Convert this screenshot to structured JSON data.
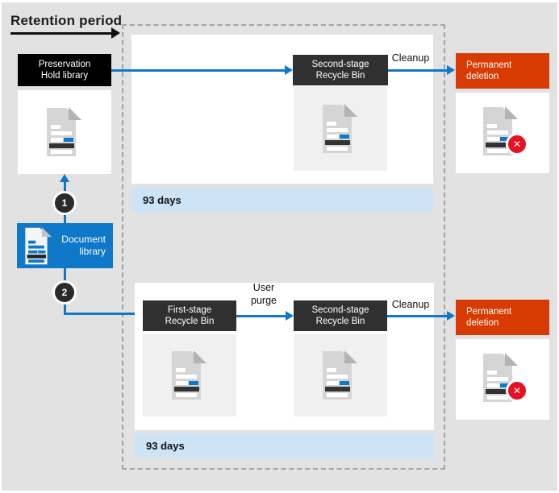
{
  "header": {
    "title": "Retention period"
  },
  "nodes": {
    "preservation_hold_library": {
      "line1": "Preservation",
      "line2": "Hold library"
    },
    "document_library": {
      "line1": "Document",
      "line2": "library"
    },
    "second_stage_recycle_bin_top": {
      "line1": "Second-stage",
      "line2": "Recycle Bin"
    },
    "first_stage_recycle_bin": {
      "line1": "First-stage",
      "line2": "Recycle Bin"
    },
    "second_stage_recycle_bin_bottom": {
      "line1": "Second-stage",
      "line2": "Recycle Bin"
    },
    "permanent_deletion_top": {
      "line1": "Permanent",
      "line2": "deletion"
    },
    "permanent_deletion_bottom": {
      "line1": "Permanent",
      "line2": "deletion"
    }
  },
  "edges": {
    "cleanup_top": "Cleanup",
    "cleanup_bottom": "Cleanup",
    "user_purge_line1": "User",
    "user_purge_line2": "purge"
  },
  "durations": {
    "top": "93 days",
    "bottom": "93 days"
  },
  "steps": {
    "one": "1",
    "two": "2"
  },
  "icons": {
    "delete_x": "✕"
  },
  "colors": {
    "accent_blue": "#0f78c8",
    "alert_orange": "#d83b01",
    "dark_box": "#303030",
    "black_box": "#000000",
    "duration_bar": "#cce4f6",
    "error_red": "#e81123",
    "canvas_gray": "#e2e2e2"
  }
}
